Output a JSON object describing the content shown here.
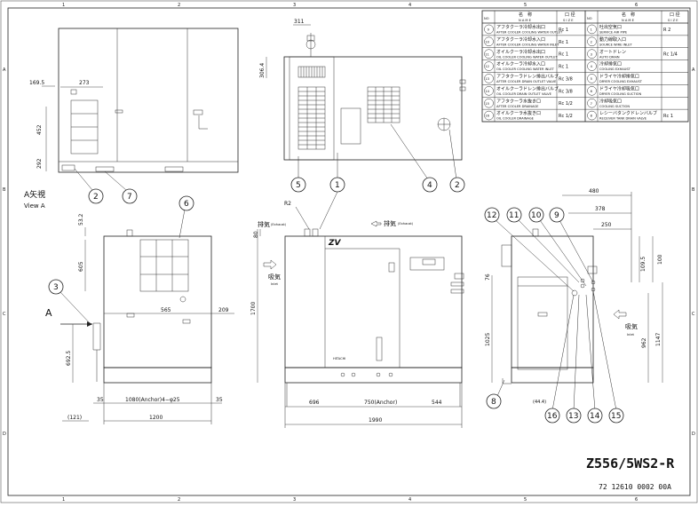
{
  "border": {
    "cols": [
      "1",
      "2",
      "3",
      "4",
      "5",
      "6"
    ],
    "rows": [
      "A",
      "B",
      "C",
      "D"
    ]
  },
  "title_block": {
    "model": "Z556/5WS2-R",
    "drawing_no": "72 12610 0002 00A"
  },
  "parts_table": {
    "headers": {
      "no": "NO",
      "name_jp": "名　称",
      "name_en": "N A M E",
      "size_jp": "口 径",
      "size_en": "S I Z E"
    },
    "left": [
      {
        "no": "9",
        "jp": "アフタクーラ冷却水出口",
        "en": "AFTER COOLER COOLING WATER OUTLET",
        "size": "Rc 1"
      },
      {
        "no": "10",
        "jp": "アフタクーラ冷却水入口",
        "en": "AFTER COOLER COOLING WATER INLET",
        "size": "Rc 1"
      },
      {
        "no": "11",
        "jp": "オイルクーラ冷却水出口",
        "en": "OIL COOLER COOLING WATER OUTLET",
        "size": "Rc 1"
      },
      {
        "no": "12",
        "jp": "オイルクーラ冷却水入口",
        "en": "OIL COOLER COOLING WATER INLET",
        "size": "Rc 1"
      },
      {
        "no": "13",
        "jp": "アフタクーラドレン排出バルブ",
        "en": "AFTER COOLER DRAIN OUTLET VALVE",
        "size": "Rc 3/8"
      },
      {
        "no": "14",
        "jp": "オイルクーラドレン排出バルブ",
        "en": "OIL COOLER DRAIN OUTLET VALVE",
        "size": "Rc 3/8"
      },
      {
        "no": "15",
        "jp": "アフタクーラ水抜き口",
        "en": "AFTER COOLER DRAINAGE",
        "size": "Rc 1/2"
      },
      {
        "no": "16",
        "jp": "オイルクーラ水抜き口",
        "en": "OIL COOLER DRAINAGE",
        "size": "Rc 1/2"
      }
    ],
    "right": [
      {
        "no": "1",
        "jp": "吐出空気口",
        "en": "SERVICE AIR PIPE",
        "size": "R 2"
      },
      {
        "no": "2",
        "jp": "動力線取入口",
        "en": "SOURCE WIRE INLET",
        "size": ""
      },
      {
        "no": "3",
        "jp": "オートドレン",
        "en": "AUTO DRAIN",
        "size": "Rc 1/4"
      },
      {
        "no": "4",
        "jp": "冷却排気口",
        "en": "COOLING EXHAUST",
        "size": ""
      },
      {
        "no": "5",
        "jp": "ドライヤ冷却排気口",
        "en": "DRYER COOLING EXHAUST",
        "size": ""
      },
      {
        "no": "6",
        "jp": "ドライヤ冷却吸気口",
        "en": "DRYER COOLING SUCTION",
        "size": ""
      },
      {
        "no": "7",
        "jp": "冷却吸気口",
        "en": "COOLING SUCTION",
        "size": ""
      },
      {
        "no": "8",
        "jp": "レシーバタンクドレンバルブ",
        "en": "RECEIVER TANK DRAIN VALVE",
        "size": "Rc 1"
      }
    ]
  },
  "top_view": {
    "dims": {
      "d311": "311",
      "d306": "306.4",
      "d169": "169.5",
      "d273": "273",
      "d452": "452",
      "d292": "292"
    },
    "callouts": [
      "5",
      "1",
      "4",
      "2",
      "2",
      "7"
    ],
    "r2_label": "R2"
  },
  "view_a": {
    "label_jp": "A矢視",
    "label_en": "View A",
    "arrow_label": "A",
    "dims": {
      "d53": "53.2",
      "d605": "605",
      "d565": "565",
      "d209": "209",
      "d692": "692.5",
      "d1080": "1080(Anchor)4−φ25",
      "d35a": "35",
      "d35b": "35",
      "d121": "(121)",
      "d1200": "1200"
    },
    "callouts": [
      "6",
      "3"
    ]
  },
  "front_view": {
    "exhaust_jp": "排気",
    "exhaust_en": "(Exhaust)",
    "exhaust2_jp": "排気",
    "exhaust2_en": "(Exhaust)",
    "inlet_jp": "吸気",
    "inlet_en": "Inlet",
    "brand": "ZV",
    "nameplate": "HITACHI",
    "dims": {
      "d80": "80",
      "d1700": "1700",
      "d696": "696",
      "d750": "750(Anchor)",
      "d544": "544",
      "d1990": "1990"
    }
  },
  "side_view": {
    "inlet_jp": "吸気",
    "inlet_en": "Inlet",
    "dims": {
      "d480": "480",
      "d378": "378",
      "d250": "250",
      "d109": "109.5",
      "d100": "100",
      "d76": "76",
      "d1025": "1025",
      "d962": "962",
      "d1147": "1147",
      "d44": "(44.4)"
    },
    "callouts_top": [
      "12",
      "11",
      "10",
      "9"
    ],
    "callouts_bottom": [
      "16",
      "13",
      "14",
      "15"
    ],
    "callout_8": "8"
  }
}
